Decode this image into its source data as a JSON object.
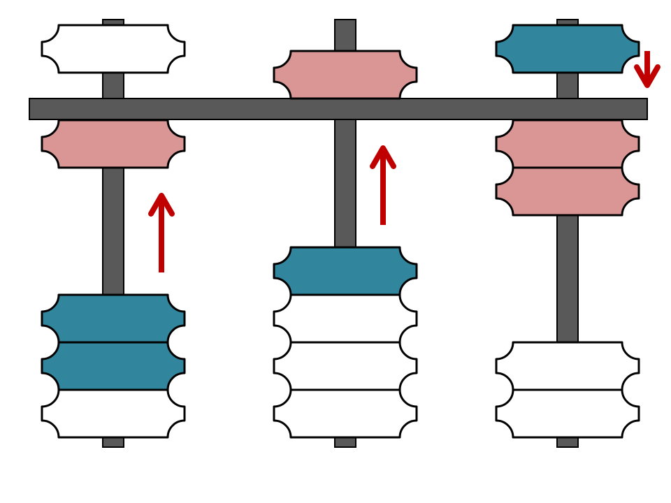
{
  "colors": {
    "rod": "#595959",
    "beam": "#595959",
    "outline": "#000000",
    "bead_white": "#ffffff",
    "bead_pink": "#d99694",
    "bead_teal": "#31859c",
    "arrow": "#c00000"
  },
  "abacus": {
    "columns": [
      {
        "name": "column-left",
        "upper_beads": [
          "white"
        ],
        "lower_beads": [
          "pink"
        ],
        "bottom_beads": [
          "teal",
          "teal",
          "white"
        ],
        "arrow": "up"
      },
      {
        "name": "column-middle",
        "upper_beads": [
          "pink"
        ],
        "lower_beads": [],
        "bottom_beads": [
          "teal",
          "white",
          "white",
          "white"
        ],
        "arrow": "up"
      },
      {
        "name": "column-right",
        "upper_beads": [
          "teal"
        ],
        "lower_beads": [
          "pink",
          "pink"
        ],
        "bottom_beads": [
          "white",
          "white"
        ],
        "arrow": "down"
      }
    ]
  }
}
